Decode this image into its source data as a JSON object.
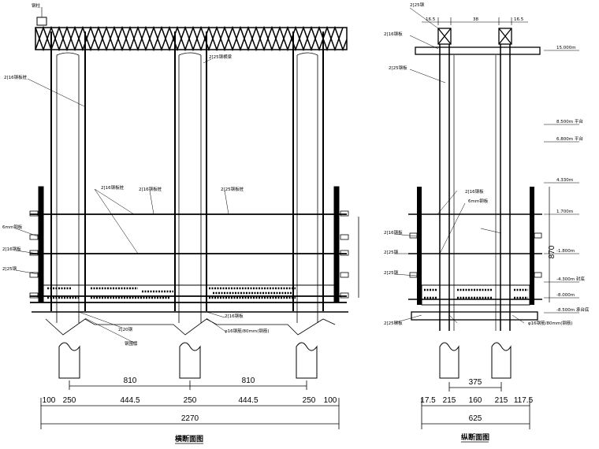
{
  "front_view": {
    "title": "横断面图",
    "top_label": "钢柱",
    "spans": [
      "810",
      "810"
    ],
    "segments": [
      "100",
      "250",
      "444.5",
      "250",
      "444.5",
      "250",
      "100"
    ],
    "total": "2270",
    "callouts": [
      "2[16钢板桩",
      "2[25钢横梁",
      "2[16钢板桩",
      "2[16钢板桩",
      "2[25钢板桩",
      "6mm钢板",
      "2[16钢板",
      "2[25钢",
      "2[20钢",
      "钢围檩",
      "2[16钢板",
      "φ16钢筋/80mm(钢筋)"
    ]
  },
  "side_view": {
    "title": "纵断面图",
    "top_segments": [
      "16.5",
      "38",
      "16.5"
    ],
    "span": "375",
    "segments": [
      "17.5",
      "215",
      "160",
      "215",
      "117.5"
    ],
    "total": "625",
    "height_dim": "870",
    "elevations": [
      "15.000m",
      "8.500m 平台",
      "6.800m 平台",
      "4.330m",
      "1.700m",
      "-1.800m",
      "-4.300m 封底",
      "-8.000m",
      "-8.500m 承台底"
    ],
    "callouts": [
      "2[25钢",
      "2[16钢板",
      "2[25钢板",
      "2[16钢板",
      "6mm钢板",
      "2[16钢板",
      "2[25钢",
      "2[25钢",
      "2[25钢板",
      "φ16钢筋/80mm(钢筋)"
    ]
  }
}
